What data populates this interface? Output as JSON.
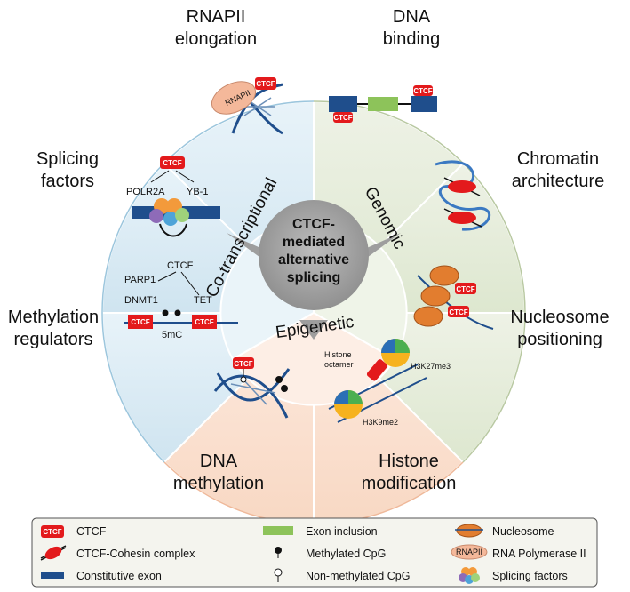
{
  "center": {
    "line1": "CTCF-",
    "line2": "mediated",
    "line3": "alternative",
    "line4": "splicing"
  },
  "ring": {
    "left": "Co-transcriptional",
    "right": "Genomic",
    "bottom": "Epigenetic"
  },
  "segments": {
    "rnapii": {
      "line1": "RNAPII",
      "line2": "elongation"
    },
    "dna_binding": {
      "line1": "DNA",
      "line2": "binding"
    },
    "chromatin": {
      "line1": "Chromatin",
      "line2": "architecture"
    },
    "nucleosome": {
      "line1": "Nucleosome",
      "line2": "positioning"
    },
    "histone": {
      "line1": "Histone",
      "line2": "modification"
    },
    "dna_methylation": {
      "line1": "DNA",
      "line2": "methylation"
    },
    "methylation_regulators": {
      "line1": "Methylation",
      "line2": "regulators"
    },
    "splicing_factors": {
      "line1": "Splicing",
      "line2": "factors"
    }
  },
  "inner_labels": {
    "ctcf": "CTCF",
    "rnapii": "RNAPII",
    "polr2a": "POLR2A",
    "yb1": "YB-1",
    "parp1": "PARP1",
    "dnmt1": "DNMT1",
    "tet": "TET",
    "mc5": "5mC",
    "histone_octamer_1": "Histone",
    "histone_octamer_2": "octamer",
    "h3k27": "H3K27me3",
    "h3k9": "H3K9me2"
  },
  "legend": {
    "ctcf": "CTCF",
    "cohesin": "CTCF-Cohesin complex",
    "constitutive": "Constitutive exon",
    "exon_inclusion": "Exon inclusion",
    "methylated": "Methylated CpG",
    "non_methylated": "Non-methylated CpG",
    "nucleosome": "Nucleosome",
    "rnapii": "RNA Polymerase II",
    "rnapii_icon": "RNAPII",
    "splicing": "Splicing factors"
  },
  "colors": {
    "blue_seg": "#d6e9f3",
    "green_seg": "#e1ead5",
    "orange_seg": "#fbe1d0",
    "ctcf_red": "#e31a1c",
    "exon_blue": "#1f4e8c",
    "exon_green": "#8dc35a",
    "center_gray": "#9e9e9e"
  }
}
